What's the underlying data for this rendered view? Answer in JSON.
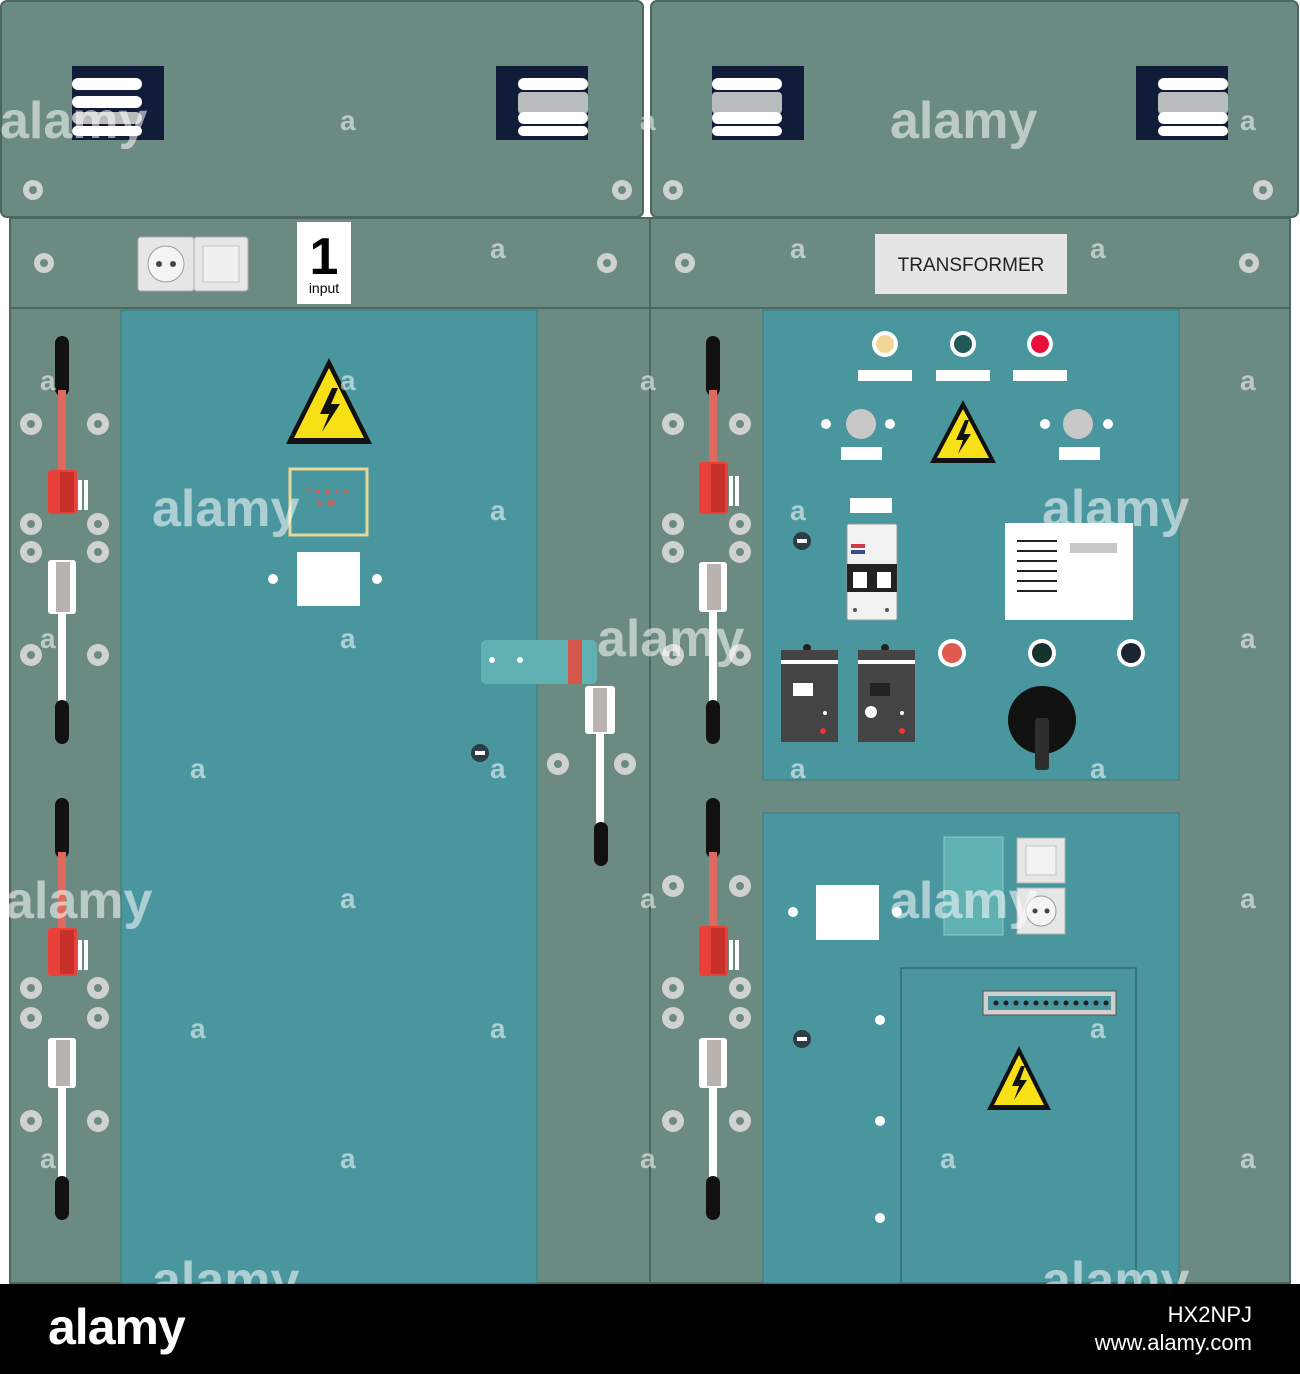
{
  "panels": {
    "left": {
      "number": "1",
      "sublabel": "input",
      "placard_text": [
        "Dangerous",
        "to life"
      ]
    },
    "right": {
      "title": "TRANSFORMER"
    }
  },
  "watermark": {
    "text": "alamy",
    "mark": "a"
  },
  "footer": {
    "logo": "alamy",
    "image_id": "HX2NPJ",
    "url": "www.alamy.com"
  },
  "colors": {
    "cabinet": "#6b8a81",
    "door": "#4a969e",
    "insulator_red": "#e8413a",
    "warning_yellow": "#f7e016",
    "dark": "#1a2233"
  },
  "icons": [
    "warning-triangle-icon",
    "socket-icon",
    "switch-icon",
    "circuit-breaker-icon",
    "rotary-switch-icon",
    "indicator-lamp-icon"
  ]
}
